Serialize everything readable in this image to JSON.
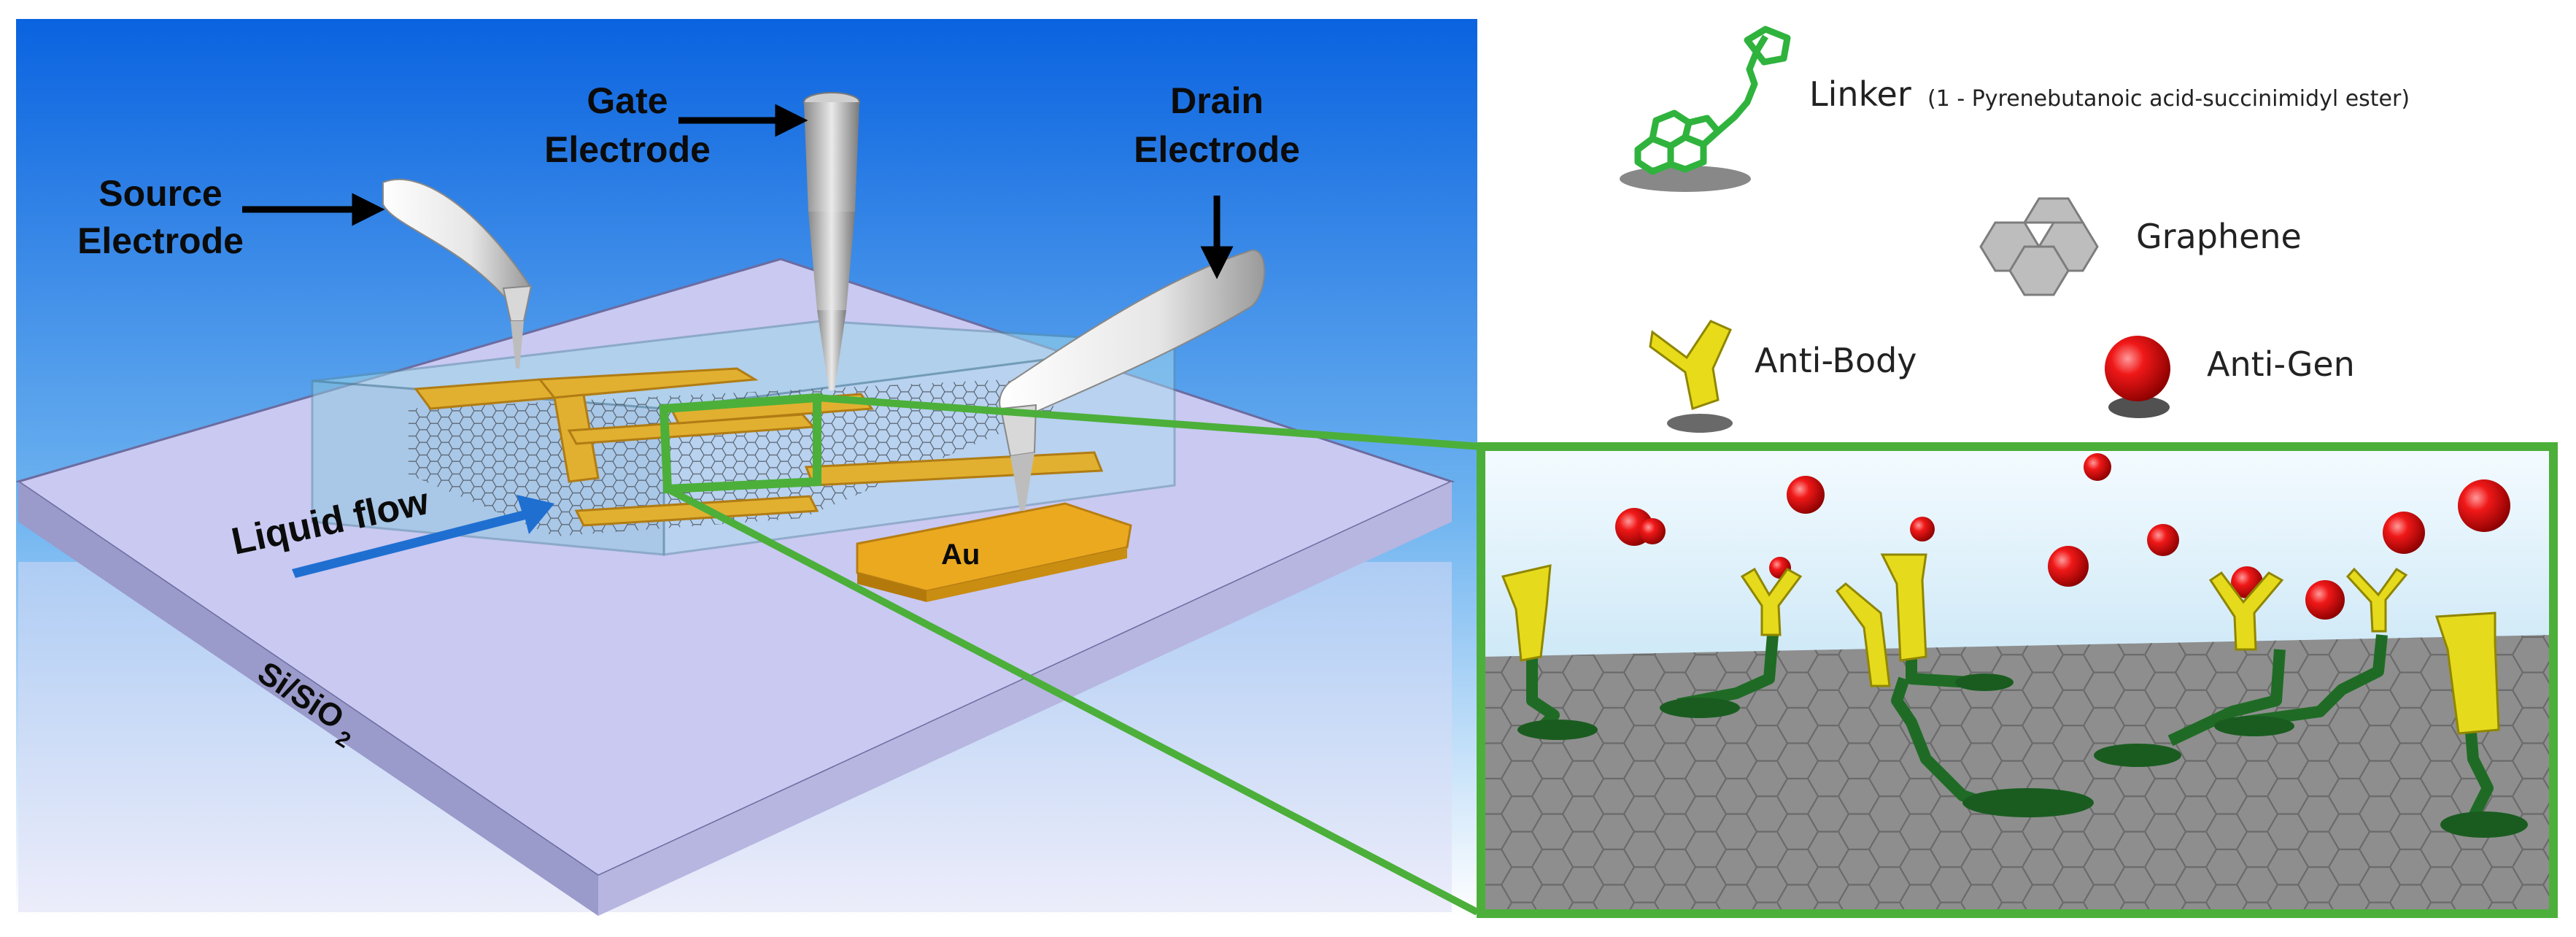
{
  "device": {
    "labels": {
      "source": [
        "Source",
        "Electrode"
      ],
      "gate": [
        "Gate",
        "Electrode"
      ],
      "drain": [
        "Drain",
        "Electrode"
      ],
      "liquid_flow": "Liquid flow",
      "gold_pad": "Au",
      "substrate_main": "Si/SiO",
      "substrate_sub": "2"
    }
  },
  "legend": {
    "linker_name": "Linker",
    "linker_detail": "(1 - Pyrenebutanoic acid-succinimidyl ester)",
    "graphene": "Graphene",
    "antibody": "Anti-Body",
    "antigen": "Anti-Gen"
  },
  "colors": {
    "sky_top": "#0a63e0",
    "sky_bottom": "#ffffff",
    "substrate": "#c9c9f2",
    "gold": "#e6b431",
    "graphene": "#8c8c8c",
    "linker_green": "#1f7a28",
    "antibody_yellow": "#e8dc1a",
    "antigen_red": "#e01010",
    "zoom_frame": "#4caf3a"
  }
}
